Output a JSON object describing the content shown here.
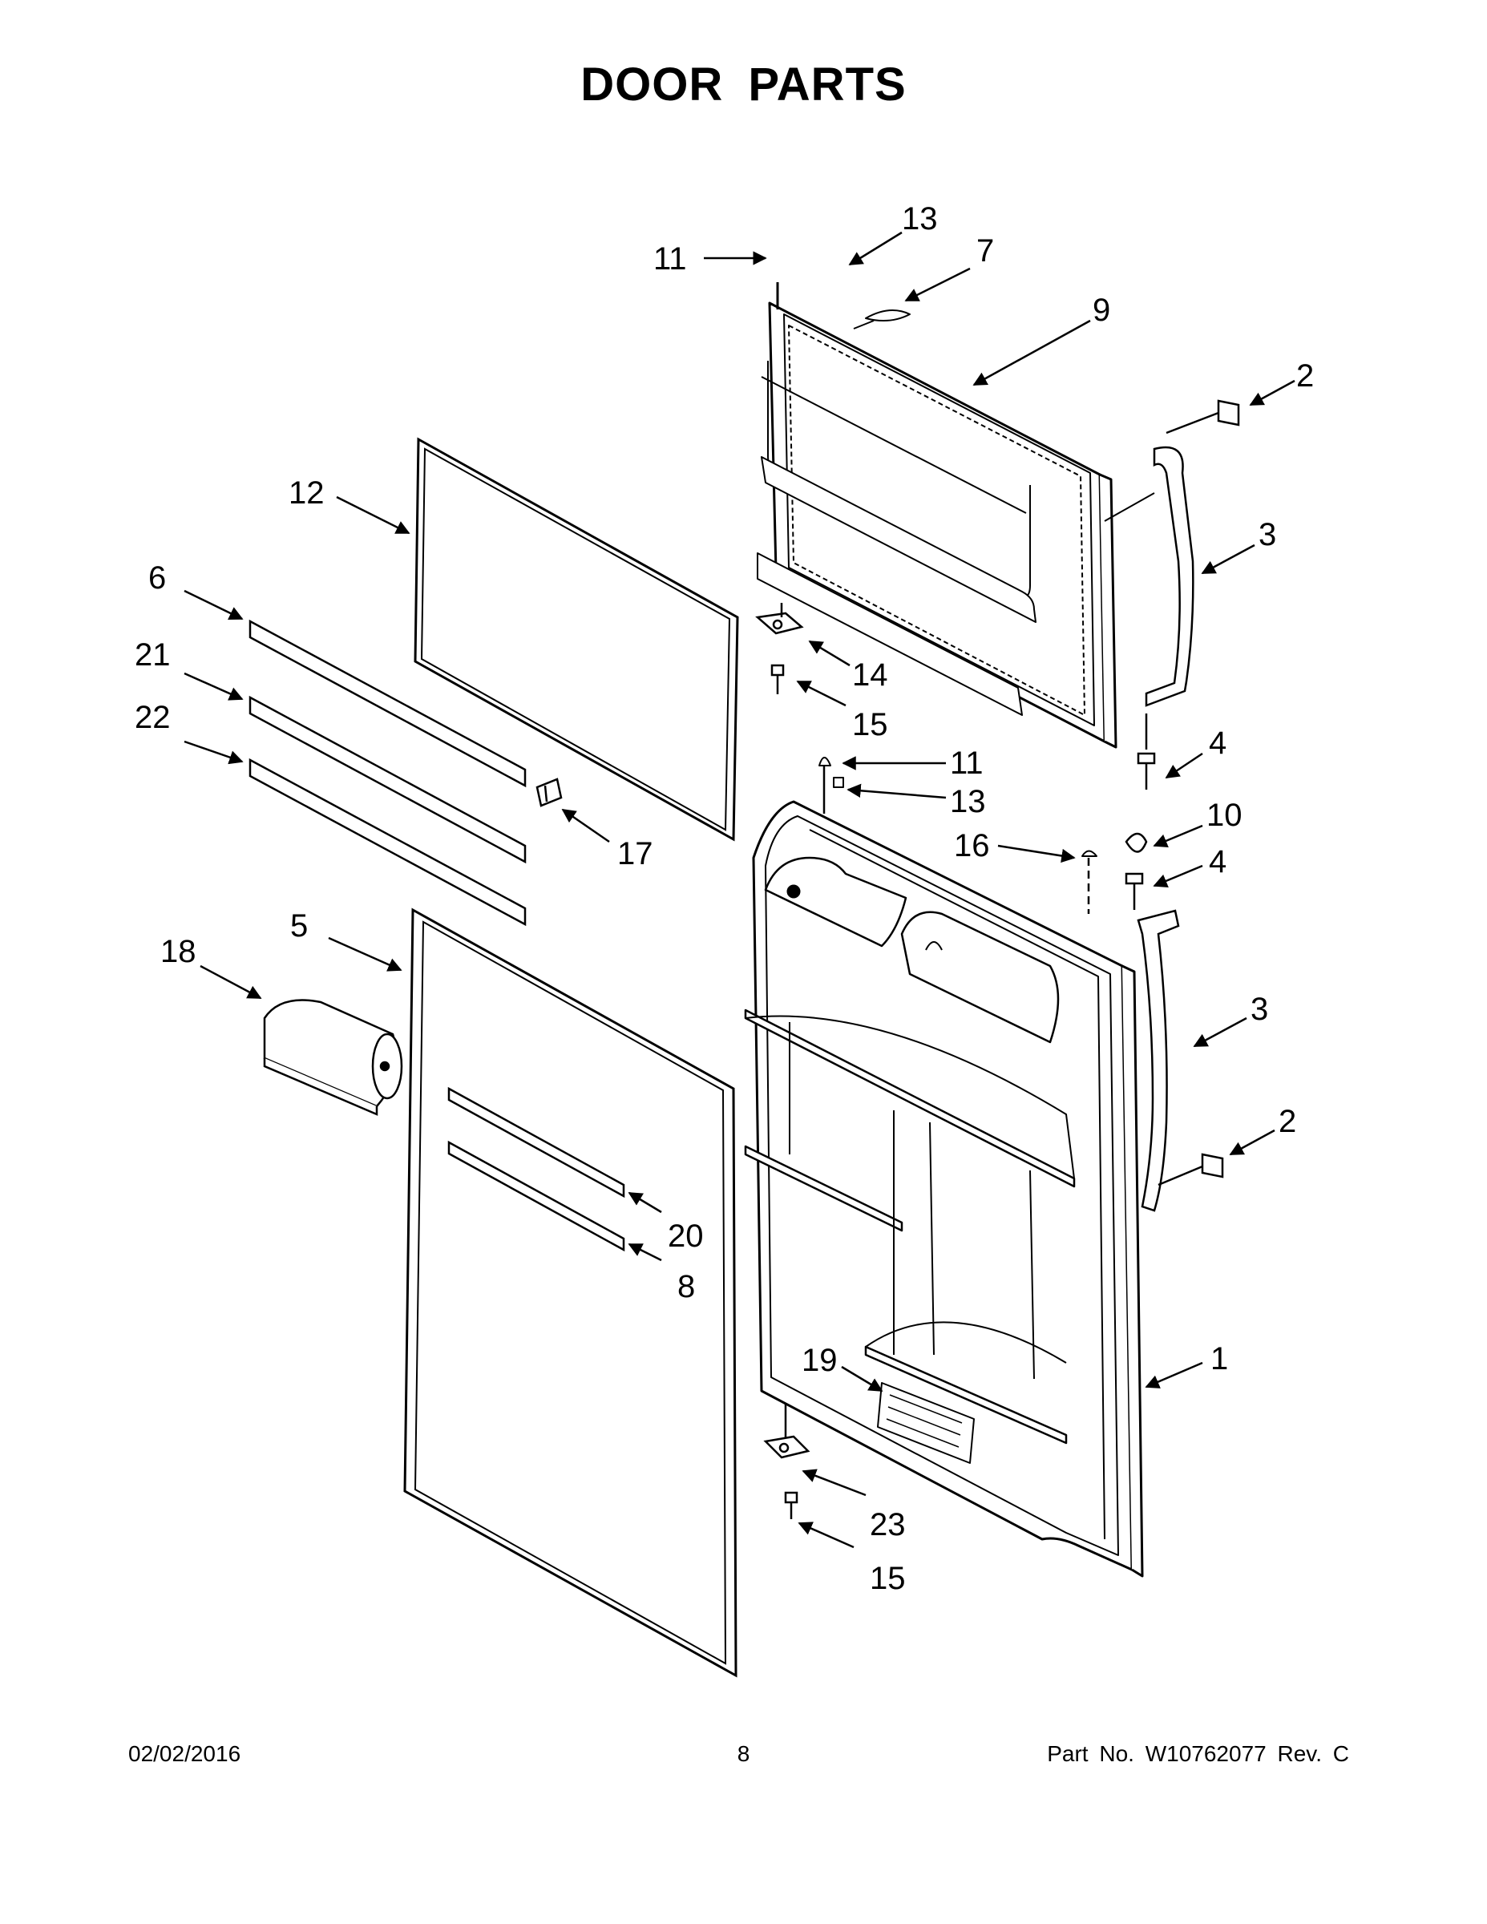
{
  "title": "DOOR PARTS",
  "footer": {
    "date": "02/02/2016",
    "page": "8",
    "part": "Part No.  W10762077  Rev.  C"
  },
  "callouts": [
    {
      "id": "c11a",
      "text": "11"
    },
    {
      "id": "c13a",
      "text": "13"
    },
    {
      "id": "c7",
      "text": "7"
    },
    {
      "id": "c9",
      "text": "9"
    },
    {
      "id": "c2a",
      "text": "2"
    },
    {
      "id": "c3a",
      "text": "3"
    },
    {
      "id": "c12",
      "text": "12"
    },
    {
      "id": "c6",
      "text": "6"
    },
    {
      "id": "c21",
      "text": "21"
    },
    {
      "id": "c22",
      "text": "22"
    },
    {
      "id": "c14",
      "text": "14"
    },
    {
      "id": "c15a",
      "text": "15"
    },
    {
      "id": "c4a",
      "text": "4"
    },
    {
      "id": "c11b",
      "text": "11"
    },
    {
      "id": "c13b",
      "text": "13"
    },
    {
      "id": "c10",
      "text": "10"
    },
    {
      "id": "c16",
      "text": "16"
    },
    {
      "id": "c4b",
      "text": "4"
    },
    {
      "id": "c17",
      "text": "17"
    },
    {
      "id": "c5",
      "text": "5"
    },
    {
      "id": "c18",
      "text": "18"
    },
    {
      "id": "c3b",
      "text": "3"
    },
    {
      "id": "c2b",
      "text": "2"
    },
    {
      "id": "c20",
      "text": "20"
    },
    {
      "id": "c8",
      "text": "8"
    },
    {
      "id": "c19",
      "text": "19"
    },
    {
      "id": "c1",
      "text": "1"
    },
    {
      "id": "c23",
      "text": "23"
    },
    {
      "id": "c15b",
      "text": "15"
    }
  ]
}
